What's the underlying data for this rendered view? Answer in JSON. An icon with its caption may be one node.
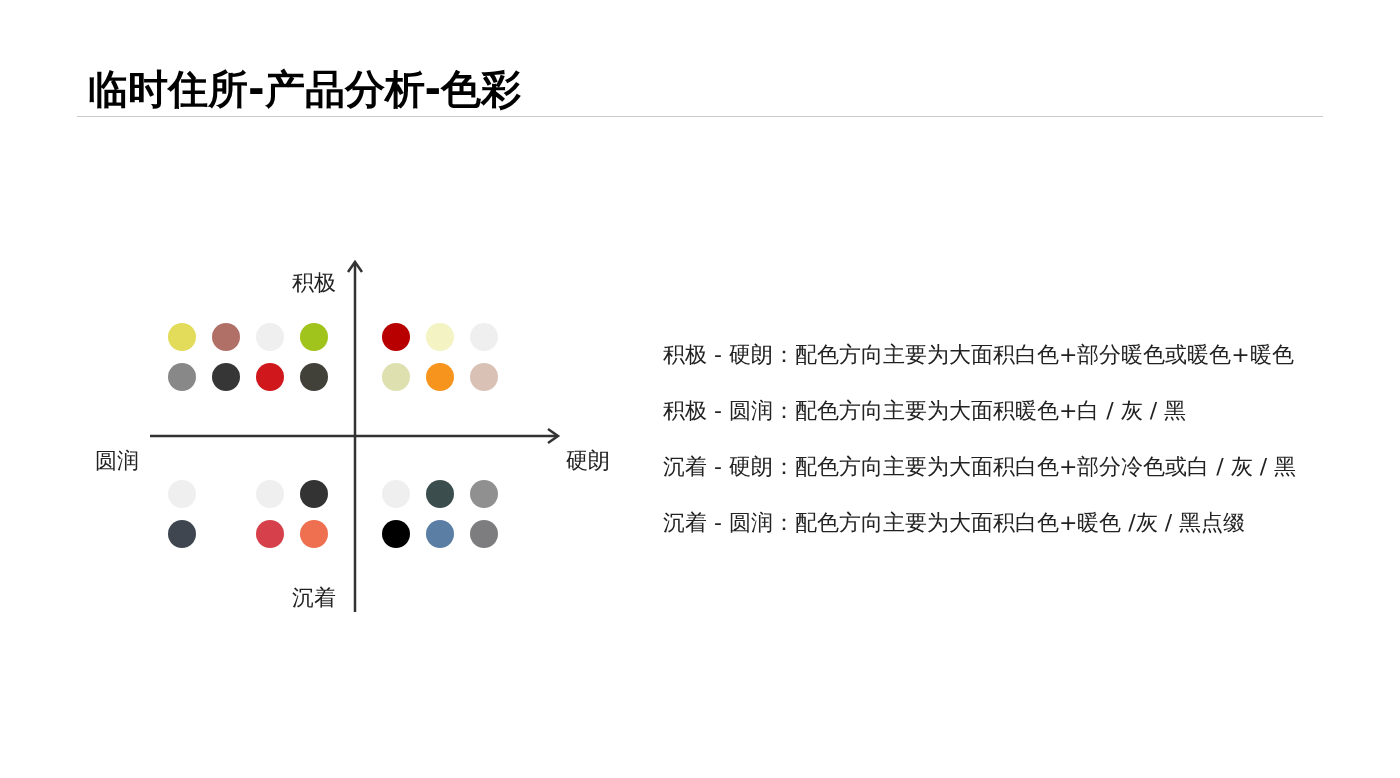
{
  "diagram": {
    "title": "临时住所-产品分析-色彩",
    "nodes": [
      {
        "text": [],
        "shape": "circle"
      },
      {
        "text": [],
        "shape": "circle"
      },
      {
        "text": [],
        "shape": "circle"
      },
      {
        "text": [],
        "shape": "circle"
      },
      {
        "text": [],
        "shape": "circle"
      },
      {
        "text": [],
        "shape": "circle"
      },
      {
        "text": [],
        "shape": "circle"
      },
      {
        "text": [],
        "shape": "circle"
      },
      {
        "text": [],
        "shape": "circle"
      },
      {
        "text": [],
        "shape": "circle"
      },
      {
        "text": [],
        "shape": "circle"
      },
      {
        "text": [],
        "shape": "circle"
      },
      {
        "text": [],
        "shape": "circle"
      },
      {
        "text": [],
        "shape": "circle"
      },
      {
        "text": [],
        "shape": "circle"
      },
      {
        "text": [],
        "shape": "circle"
      },
      {
        "text": [],
        "shape": "circle"
      },
      {
        "text": [],
        "shape": "circle"
      },
      {
        "text": [],
        "shape": "circle"
      },
      {
        "text": [],
        "shape": "circle"
      },
      {
        "text": [],
        "shape": "circle"
      },
      {
        "text": [],
        "shape": "circle"
      },
      {
        "text": [],
        "shape": "circle"
      },
      {
        "text": [],
        "shape": "circle"
      },
      {
        "text": [],
        "shape": "circle"
      },
      {
        "text": [],
        "shape": "circle"
      }
    ],
    "edges": [],
    "labels": [
      "积极",
      "圆润",
      "硬朗",
      "沉着",
      "积极 - 硬朗：配色方向主要为大面积白色+部分暖色或暖色+暖色",
      "积极 - 圆润：配色方向主要为大面积暖色+白 / 灰 / 黑",
      "沉着 - 硬朗：配色方向主要为大面积白色+部分冷色或白 / 灰 / 黑",
      "沉着 - 圆润：配色方向主要为大面积白色+暖色 /灰 / 黑点缀"
    ]
  }
}
